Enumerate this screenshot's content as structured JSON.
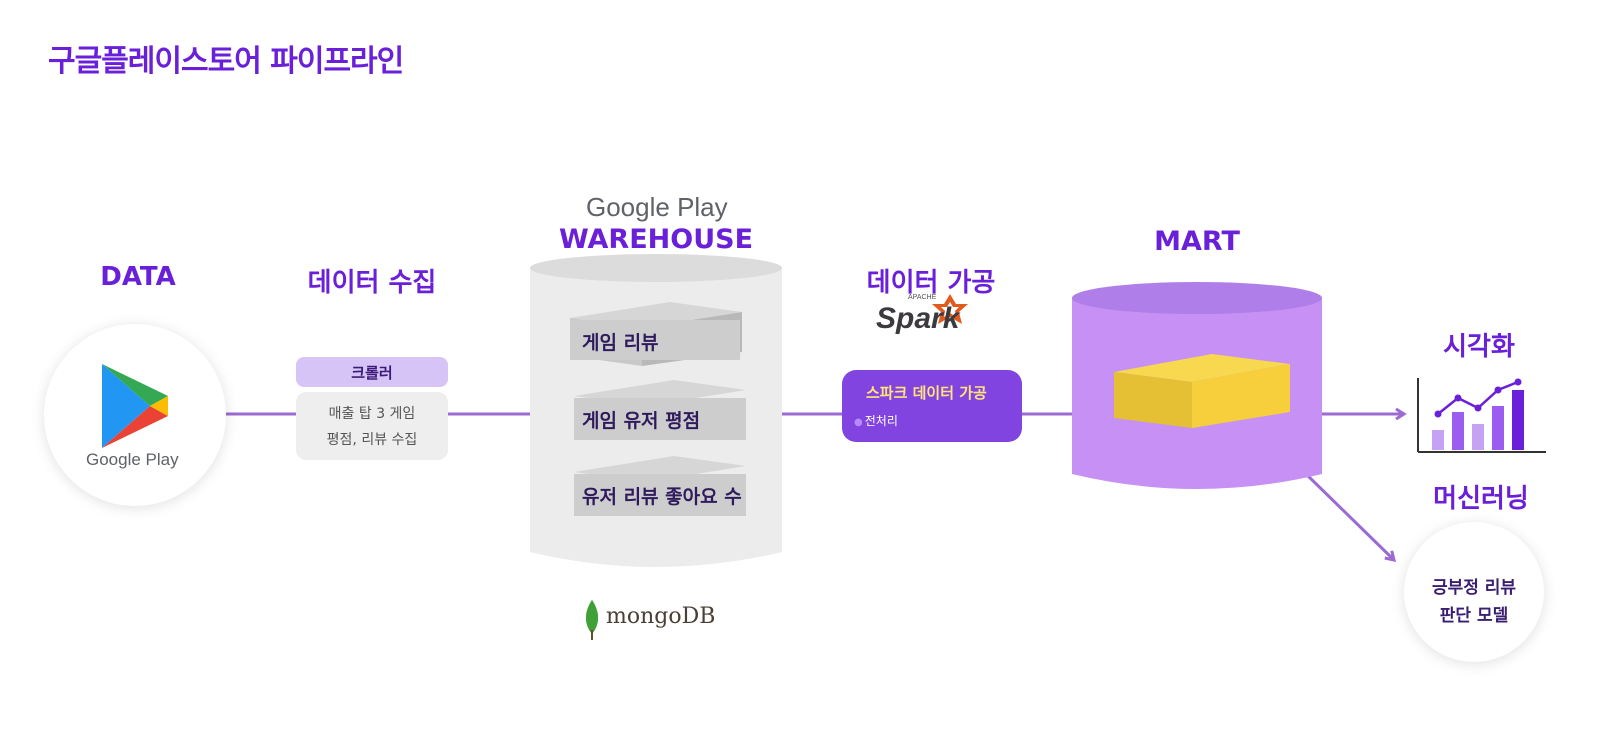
{
  "title": "구글플레이스토어 파이프라인",
  "stages": {
    "data": {
      "heading": "DATA",
      "source_label": "Google Play"
    },
    "collection": {
      "heading": "데이터 수집",
      "crawler_label": "크롤러",
      "desc_line1": "매출 탑 3 게임",
      "desc_line2": "평점, 리뷰 수집"
    },
    "warehouse": {
      "brand": "Google Play",
      "heading": "WAREHOUSE",
      "tables": [
        "게임 리뷰",
        "게임 유저 평점",
        "유저 리뷰 좋아요 수"
      ],
      "db_logo": "mongoDB"
    },
    "processing": {
      "heading": "데이터 가공",
      "logo_small": "APACHE",
      "logo_main": "Spark",
      "box_title": "스파크 데이터 가공",
      "bullet": "전처리"
    },
    "mart": {
      "heading": "MART"
    },
    "visualization": {
      "heading": "시각화"
    },
    "ml": {
      "heading": "머신러닝",
      "line1": "긍부정 리뷰",
      "line2": "판단 모델"
    }
  },
  "colors": {
    "accent": "#6a1fd8",
    "connector": "#9b6ad3",
    "mart": "#c690f5",
    "cube": "#f7cf3c",
    "warehouse": "#e8e8e8"
  }
}
